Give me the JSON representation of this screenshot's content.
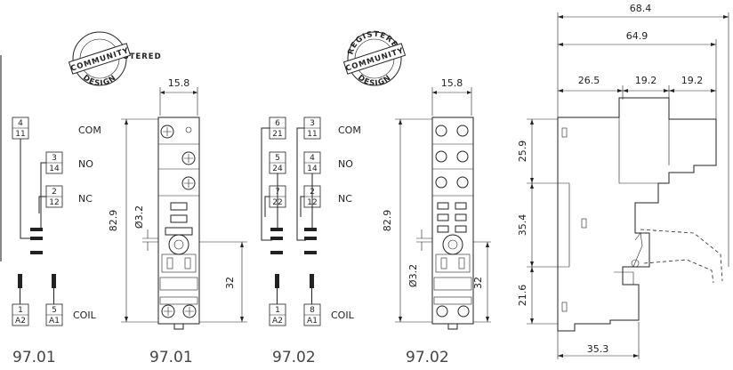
{
  "stamp": {
    "top": "REGISTERED",
    "middle": "COMMUNITY",
    "bottom": "DESIGN"
  },
  "schematic_97_01": {
    "com_pins": [
      "4",
      "11"
    ],
    "no_pins": [
      "3",
      "14"
    ],
    "nc_pins": [
      "2",
      "12"
    ],
    "coil_left": [
      "1",
      "A2"
    ],
    "coil_right": [
      "5",
      "A1"
    ],
    "labels": {
      "com": "COM",
      "no": "NO",
      "nc": "NC",
      "coil": "COIL"
    },
    "caption": "97.01"
  },
  "socket_97_01": {
    "width": "15.8",
    "height": "82.9",
    "diameter": "Ø3.2",
    "clip_height": "32",
    "caption": "97.01"
  },
  "schematic_97_02": {
    "com_left": [
      "6",
      "21"
    ],
    "com_right": [
      "3",
      "11"
    ],
    "no_left": [
      "5",
      "24"
    ],
    "no_right": [
      "4",
      "14"
    ],
    "nc_left": [
      "7",
      "22"
    ],
    "nc_right": [
      "2",
      "12"
    ],
    "coil_left": [
      "1",
      "A2"
    ],
    "coil_right": [
      "8",
      "A1"
    ],
    "labels": {
      "com": "COM",
      "no": "NO",
      "nc": "NC",
      "coil": "COIL"
    },
    "caption": "97.02"
  },
  "socket_97_02": {
    "width": "15.8",
    "height": "82.9",
    "diameter": "Ø3.2",
    "clip_height": "32",
    "caption": "97.02"
  },
  "side_view": {
    "total_width": "68.4",
    "width_2": "64.9",
    "seg_1": "26.5",
    "seg_2": "19.2",
    "seg_3": "19.2",
    "h_top": "25.9",
    "h_mid": "35.4",
    "h_bot": "21.6",
    "base_width": "35.3"
  }
}
